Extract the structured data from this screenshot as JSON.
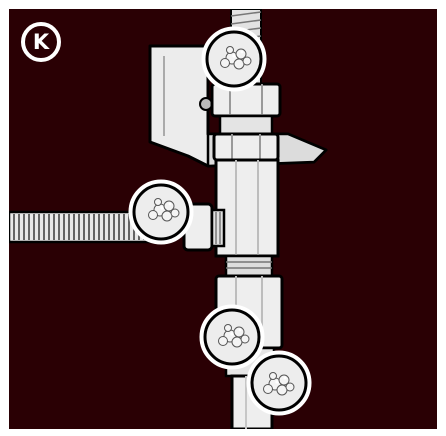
{
  "step_badge": {
    "letter": "K"
  },
  "colors": {
    "background": "#2a0004",
    "metal": "#e9e9e9",
    "metal_shade": "#c9c9c9",
    "outline": "#000000",
    "callout_ring": "#ffffff",
    "bubble": "#f4f4f4"
  },
  "icons": {
    "leak_bubbles": "soap-bubble-cluster"
  },
  "callouts": [
    {
      "name": "leak-check-top-nut"
    },
    {
      "name": "leak-check-side-fitting"
    },
    {
      "name": "leak-check-lower-coupling"
    },
    {
      "name": "leak-check-bottom-joint"
    }
  ]
}
